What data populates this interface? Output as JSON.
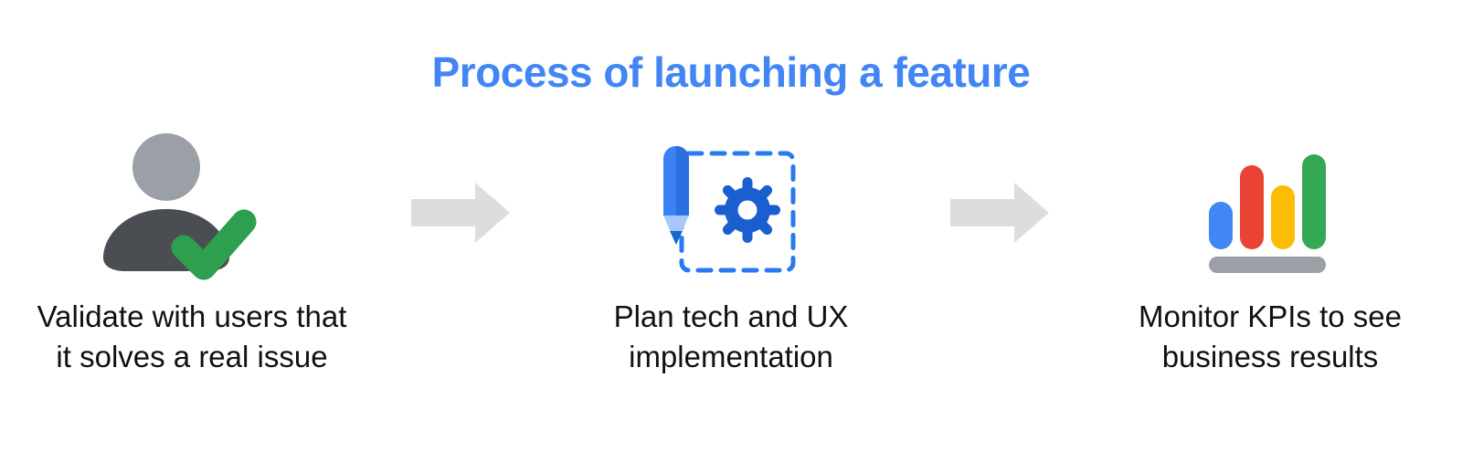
{
  "title": "Process of launching a feature",
  "colors": {
    "title_blue": "#4285F4",
    "arrow_gray": "#DDDDDD",
    "person_head_gray": "#9AA0A6",
    "person_body_gray": "#4A4D52",
    "check_green": "#2E9E4F",
    "pencil_blue": "#2B6FE0",
    "pencil_blue_light": "#3B82F6",
    "pencil_tip_light": "#A8C7FA",
    "pencil_point": "#1967D2",
    "gear_blue": "#1A5FD0",
    "dash_blue": "#2979F0",
    "bar_blue": "#4285F4",
    "bar_red": "#EA4335",
    "bar_yellow": "#FBBC04",
    "bar_green": "#34A853",
    "bar_base_gray": "#9AA0A6",
    "label_black": "#111111",
    "background": "#FFFFFF"
  },
  "steps": [
    {
      "id": "validate",
      "icon": "person-check-icon",
      "label": "Validate with users that\nit solves a real issue"
    },
    {
      "id": "plan",
      "icon": "pencil-gear-icon",
      "label": "Plan tech and UX\nimplementation"
    },
    {
      "id": "monitor",
      "icon": "bar-chart-icon",
      "label": "Monitor KPIs to see\nbusiness results"
    }
  ],
  "arrows": [
    {
      "id": "arrow-1",
      "icon": "arrow-right-icon"
    },
    {
      "id": "arrow-2",
      "icon": "arrow-right-icon"
    }
  ],
  "chart_icon": {
    "type": "bar",
    "values": [
      38,
      72,
      50,
      84
    ],
    "bar_colors": [
      "#4285F4",
      "#EA4335",
      "#FBBC04",
      "#34A853"
    ]
  }
}
